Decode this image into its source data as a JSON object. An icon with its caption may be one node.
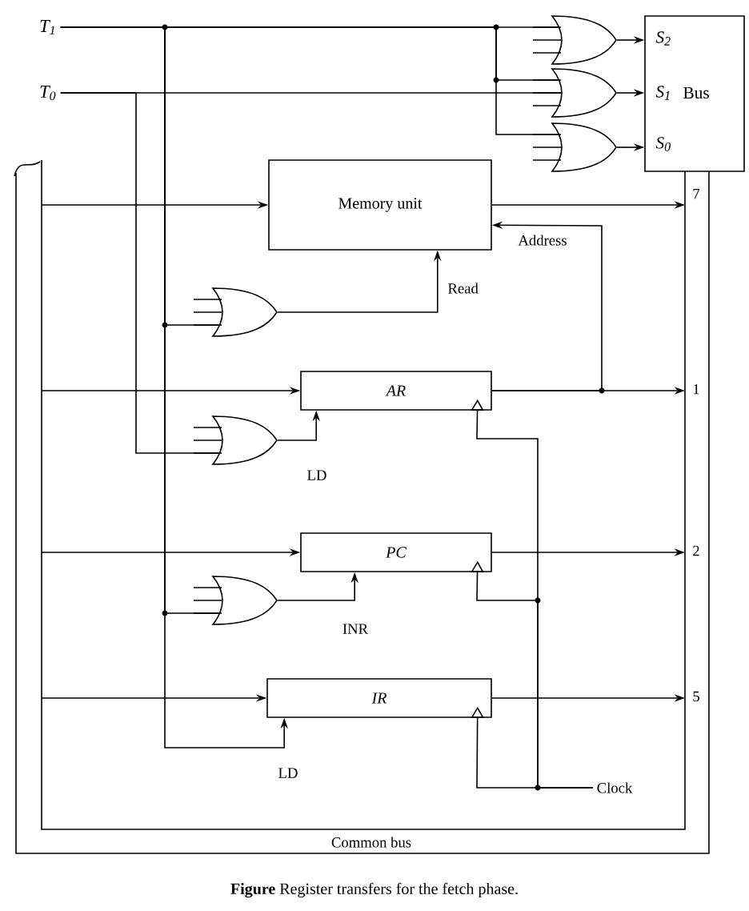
{
  "diagram": {
    "caption": "**Figure** Register transfers for the fetch phase.",
    "nodes": [
      {
        "text": [
          "T$_{1}$"
        ]
      },
      {
        "text": [
          "T$_{0}$"
        ]
      },
      {
        "text": [
          "S$_{2}$",
          "S$_{1}$",
          "Bus",
          "S$_{0}$"
        ]
      },
      {
        "text": [
          "Memory unit"
        ]
      },
      {
        "text": [
          "AR"
        ]
      },
      {
        "text": [
          "PC"
        ]
      },
      {
        "text": [
          "IR"
        ]
      },
      {
        "text": [],
        "shape": "gate"
      },
      {
        "text": [],
        "shape": "gate"
      },
      {
        "text": [],
        "shape": "gate"
      },
      {
        "text": [],
        "shape": "gate"
      },
      {
        "text": [],
        "shape": "gate"
      },
      {
        "text": [],
        "shape": "gate"
      },
      {
        "text": [
          "Clock"
        ]
      }
    ],
    "labels": [
      "Common bus"
    ],
    "edges": [
      {
        "from": 0,
        "to": 7,
        "arrow": "none"
      },
      {
        "from": 0,
        "to": 8,
        "arrow": "none"
      },
      {
        "from": 0,
        "to": 9,
        "arrow": "none"
      },
      {
        "from": 0,
        "to": 10,
        "arrow": "none"
      },
      {
        "from": 0,
        "to": 12,
        "arrow": "none"
      },
      {
        "from": 0,
        "to": 6,
        "arrow": "to",
        "label": "LD"
      },
      {
        "from": 1,
        "to": 8,
        "arrow": "none"
      },
      {
        "from": 1,
        "to": 11,
        "arrow": "none"
      },
      {
        "from": 7,
        "to": 2,
        "arrow": "to"
      },
      {
        "from": 8,
        "to": 2,
        "arrow": "to"
      },
      {
        "from": 9,
        "to": 2,
        "arrow": "to"
      },
      {
        "from": 10,
        "to": 3,
        "arrow": "to",
        "label": "Read"
      },
      {
        "from": 4,
        "to": 3,
        "arrow": "to",
        "label": "Address"
      },
      {
        "from": 11,
        "to": 4,
        "arrow": "to",
        "label": "LD"
      },
      {
        "from": 12,
        "to": 5,
        "arrow": "to",
        "label": "INR"
      },
      {
        "from": null,
        "to": 3,
        "arrow": "to"
      },
      {
        "from": null,
        "to": 4,
        "arrow": "to"
      },
      {
        "from": null,
        "to": 5,
        "arrow": "to"
      },
      {
        "from": null,
        "to": 6,
        "arrow": "to"
      },
      {
        "from": 3,
        "to": null,
        "arrow": "to",
        "label": "7"
      },
      {
        "from": 4,
        "to": null,
        "arrow": "to",
        "label": "1"
      },
      {
        "from": 5,
        "to": null,
        "arrow": "to",
        "label": "2"
      },
      {
        "from": 6,
        "to": null,
        "arrow": "to",
        "label": "5"
      },
      {
        "from": 13,
        "to": 4,
        "arrow": "to"
      },
      {
        "from": 13,
        "to": 5,
        "arrow": "to"
      },
      {
        "from": 13,
        "to": 6,
        "arrow": "to"
      }
    ]
  }
}
